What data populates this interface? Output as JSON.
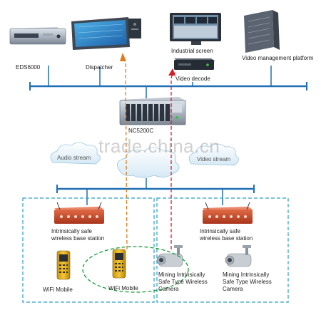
{
  "nodes": {
    "eds": "EDS6000",
    "dispatcher": "Dispatcher",
    "industrial_screen": "Industrial screen",
    "video_decode": "Video decode",
    "video_platform": "Video management platform",
    "nc": "NC5200C",
    "audio_stream": "Audio stream",
    "video_stream": "Video stream"
  },
  "zone_left": {
    "base_station_line1": "Intrinsically safe",
    "base_station_line2": "wireless base station",
    "wifi_mobile_a": "WiFi Mobile",
    "wifi_mobile_b": "WiFi Mobile"
  },
  "zone_right": {
    "base_station_line1": "Intrinsically safe",
    "base_station_line2": "wireless base station",
    "camera_a_line1": "Mining Intrinsically",
    "camera_a_line2": "Safe Type Wireless",
    "camera_a_line3": "Camera",
    "camera_b_line1": "Mining Intrinsically",
    "camera_b_line2": "Safe Type Wireless",
    "camera_b_line3": "Camera"
  },
  "watermark": "trade.china.cn",
  "colors": {
    "bus": "#1e6fb3",
    "zone_border": "#2aa0c8",
    "audio_path": "#e07a1f",
    "video_path": "#d0202a",
    "ellipse": "#1a9a3a",
    "device_red": "#c94a2a",
    "phone_yellow": "#e6b31e"
  }
}
